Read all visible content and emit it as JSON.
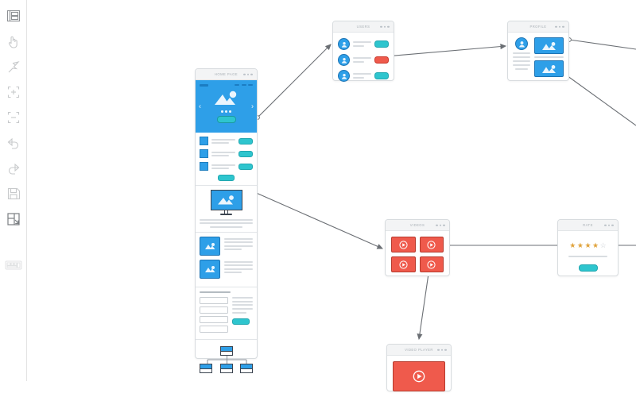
{
  "app": {
    "background_color": "#ffffff",
    "canvas_label": "wireframe-flow-canvas"
  },
  "palette": {
    "blue": "#2e9fe8",
    "blue_dark": "#1d74b4",
    "teal": "#2ec5ce",
    "teal_dark": "#21a7b0",
    "red": "#ef5a4c",
    "red_dark": "#b63a2d",
    "star_gold": "#e0a33c",
    "gray_line": "#d9dde1",
    "card_border": "#d8dcdf",
    "titlebar": "#f3f4f5",
    "connector": "#6b6f74"
  },
  "toolbar": {
    "name": "left-tool-palette",
    "items": [
      {
        "id": "frames",
        "icon": "frames-icon",
        "label": "Frames",
        "active": true
      },
      {
        "id": "hand",
        "icon": "hand-icon",
        "label": "Hand / Pan"
      },
      {
        "id": "pointer",
        "icon": "arrow-pointer-icon",
        "label": "Select"
      },
      {
        "id": "zoom-in",
        "icon": "zoom-in-icon",
        "label": "Zoom In"
      },
      {
        "id": "zoom-out",
        "icon": "zoom-out-icon",
        "label": "Zoom Out"
      },
      {
        "id": "undo",
        "icon": "undo-icon",
        "label": "Undo"
      },
      {
        "id": "redo",
        "icon": "redo-icon",
        "label": "Redo"
      },
      {
        "id": "save",
        "icon": "save-icon",
        "label": "Save"
      },
      {
        "id": "fit",
        "icon": "fit-to-screen-icon",
        "label": "Fit to Screen",
        "active": true
      },
      {
        "id": "keyboard",
        "icon": "keyboard-icon",
        "label": "Shortcuts"
      }
    ]
  },
  "cards": {
    "main": {
      "title": "HOME PAGE",
      "dots": 3,
      "hero": {
        "prev_arrow": "‹",
        "next_arrow": "›",
        "carousel_dots": 3,
        "cta_label": ""
      },
      "features": {
        "rows": 3,
        "footer_button": ""
      },
      "media": {
        "caption_lines": 3
      },
      "articles": {
        "rows": 2
      },
      "form": {
        "fields": 4,
        "side_lines": 5,
        "submit_label": ""
      },
      "sitemap": {
        "children": 3
      }
    },
    "users": {
      "title": "USERS",
      "dots": 3,
      "rows": [
        {
          "avatar": "user-avatar",
          "button_color": "teal"
        },
        {
          "avatar": "user-avatar",
          "button_color": "red"
        },
        {
          "avatar": "user-avatar",
          "button_color": "teal"
        }
      ]
    },
    "profile": {
      "title": "PROFILE",
      "dots": 3,
      "avatar": "user-avatar",
      "images": 2,
      "text_lines": 5
    },
    "videos": {
      "title": "VIDEOS",
      "dots": 3,
      "thumbnails": [
        {
          "icon": "play-icon"
        },
        {
          "icon": "play-icon"
        },
        {
          "icon": "play-icon"
        },
        {
          "icon": "play-icon"
        }
      ]
    },
    "rate": {
      "title": "RATE",
      "dots": 3,
      "stars_total": 5,
      "stars_filled": 4,
      "star_glyph": "★",
      "star_glyph_empty": "☆",
      "submit_label": ""
    },
    "player": {
      "title": "VIDEO PLAYER",
      "dots": 3,
      "thumbnail": {
        "icon": "play-icon"
      }
    }
  },
  "connectors": [
    {
      "id": "main-to-users",
      "from": "card-main",
      "to": "card-users",
      "style": "arrow"
    },
    {
      "id": "users-to-profile",
      "from": "card-users",
      "to": "card-profile",
      "style": "arrow"
    },
    {
      "id": "main-to-videos",
      "from": "card-main",
      "to": "card-videos",
      "style": "arrow"
    },
    {
      "id": "videos-to-player",
      "from": "card-videos",
      "to": "card-player",
      "style": "arrow"
    },
    {
      "id": "profile-out-top",
      "from": "card-profile",
      "to": "offscreen",
      "style": "line"
    },
    {
      "id": "profile-out-bottom",
      "from": "card-profile",
      "to": "offscreen",
      "style": "line"
    },
    {
      "id": "videos-out-right",
      "from": "card-videos",
      "to": "offscreen",
      "style": "line"
    }
  ]
}
